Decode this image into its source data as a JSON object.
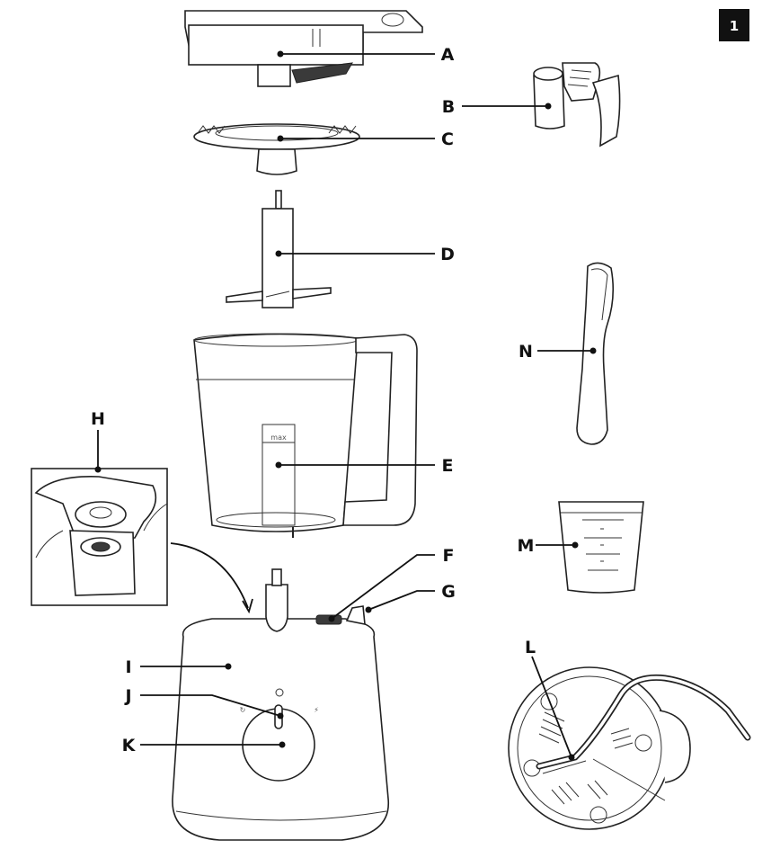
{
  "page_number": "1",
  "jug_marking": "max",
  "labels": {
    "A": "A",
    "B": "B",
    "C": "C",
    "D": "D",
    "E": "E",
    "F": "F",
    "G": "G",
    "H": "H",
    "I": "I",
    "J": "J",
    "K": "K",
    "L": "L",
    "M": "M",
    "N": "N"
  }
}
